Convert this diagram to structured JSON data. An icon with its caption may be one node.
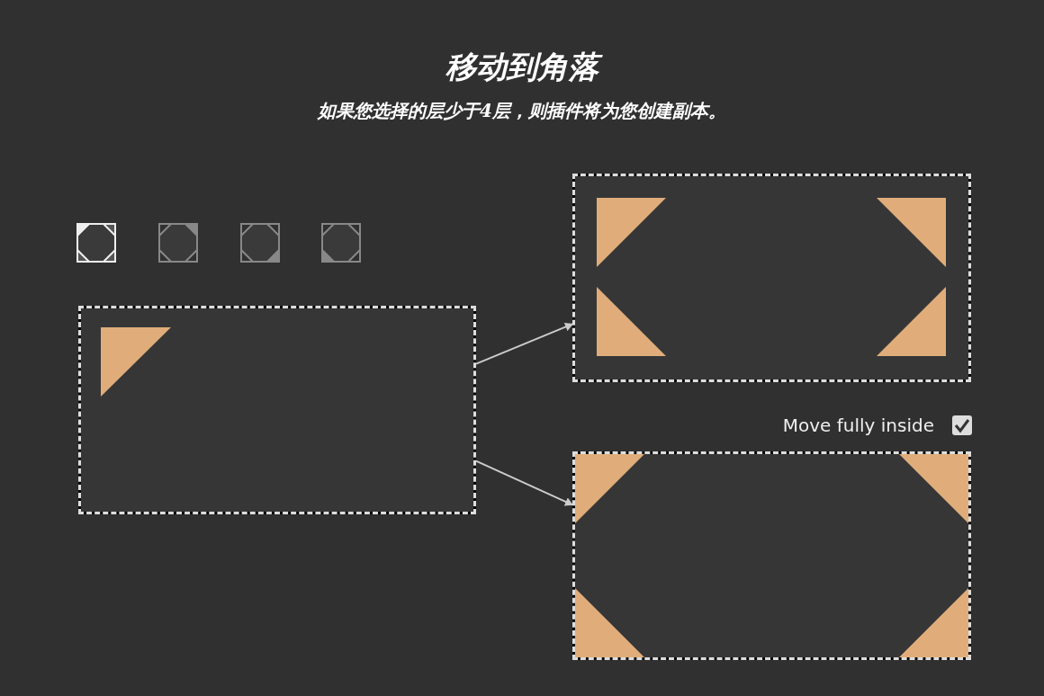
{
  "diagram": {
    "title": "移动到角落",
    "nodes": [
      {
        "text": [],
        "shape": "box"
      },
      {
        "text": [],
        "shape": "box"
      },
      {
        "text": [],
        "shape": "box"
      }
    ],
    "edges": [
      {
        "from": 0,
        "to": 1,
        "arrow": "to"
      },
      {
        "from": 0,
        "to": 2,
        "arrow": "to"
      }
    ],
    "labels": [
      "如果您选择的层少于4层，则插件将为您创建副本。",
      "Move fully inside"
    ]
  }
}
